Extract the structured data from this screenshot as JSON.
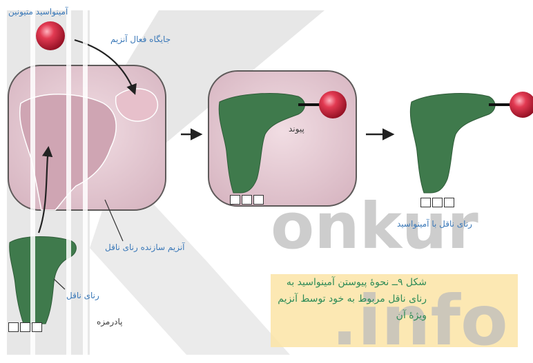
{
  "labels": {
    "amino_acid": "آمینواسید متیونین",
    "active_site": "جایگاه فعال آنزیم",
    "bond": "پیوند",
    "trna_with_amino_acid": "رنای ناقل با آمینواسید",
    "enzyme": "آنزیم سازنده رنای ناقل",
    "trna": "رنای ناقل",
    "anticodon": "پادرمزه"
  },
  "caption": {
    "lines": [
      "شکل ۹ــ نحوهٔ پیوستن آمینواسید به",
      "رنای ناقل مربوط به خود توسط آنزیم",
      "ویژهٔ آن"
    ]
  },
  "watermark": {
    "word1": "onkur",
    "word2": ".info",
    "letter": "K"
  },
  "colors": {
    "enzyme_fill": "#e7cdd5",
    "enzyme_stroke": "#5e5a5a",
    "trna_fill": "#3f7a4c",
    "amino_acid": "#c8102e",
    "label_blue": "#3a78b8",
    "caption_green": "#2e8b57",
    "highlight": "#fbe4a6",
    "watermark": "#bdbdbd"
  }
}
